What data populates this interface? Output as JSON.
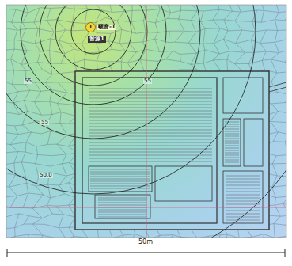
{
  "diagram": {
    "nodes": [
      {
        "text": [
          "1",
          "騒音-1"
        ]
      }
    ],
    "labels": [
      "音源1",
      "55",
      "55",
      "55",
      "50.0",
      "50m"
    ]
  }
}
